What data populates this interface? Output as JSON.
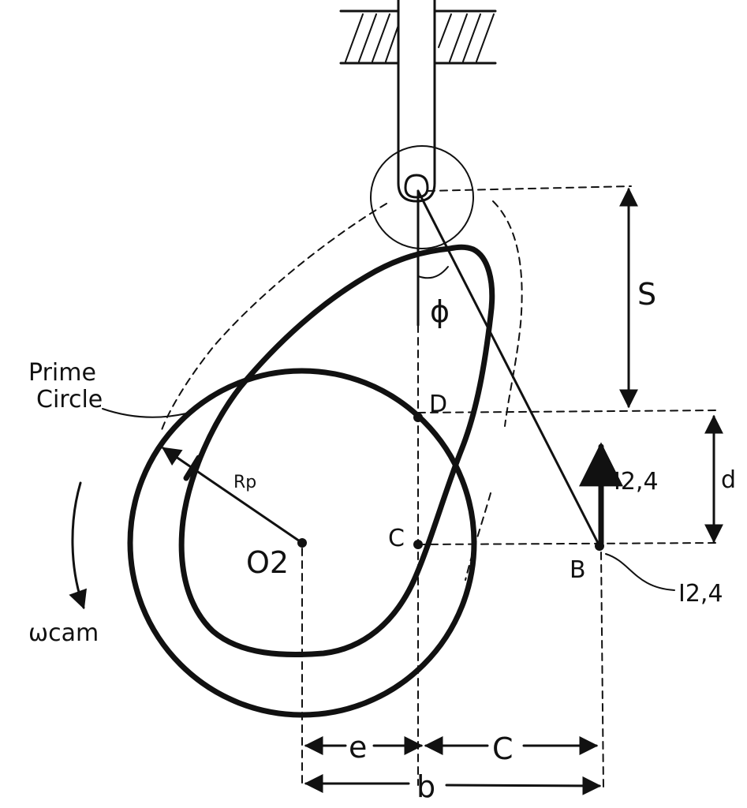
{
  "labels": {
    "prime_circle_line1": "Prime",
    "prime_circle_line2": "Circle",
    "rp": "Rp",
    "o2": "O2",
    "omega": "ωcam",
    "phi": "ϕ",
    "s": "S",
    "d_point": "D",
    "c_point": "C",
    "b_point": "B",
    "d_dim": "d",
    "i24_arrow": "I2,4",
    "i24_point": "I2,4",
    "e_dim": "e",
    "c_dim": "C",
    "b_dim": "b"
  },
  "colors": {
    "ink": "#111111",
    "background": "#ffffff"
  }
}
